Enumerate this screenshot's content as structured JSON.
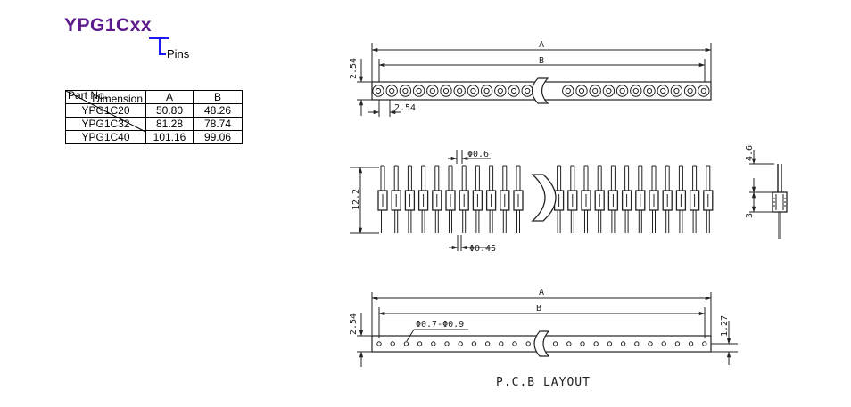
{
  "header": {
    "part_code": "YPG1Cxx",
    "pins_label": "Pins"
  },
  "table": {
    "header_top": "Dimension",
    "header_bottom": "Part No.",
    "col_a": "A",
    "col_b": "B",
    "rows": [
      {
        "part": "YPG1C20",
        "a": "50.80",
        "b": "48.26"
      },
      {
        "part": "YPG1C32",
        "a": "81.28",
        "b": "78.74"
      },
      {
        "part": "YPG1C40",
        "a": "101.16",
        "b": "99.06"
      }
    ]
  },
  "top_view": {
    "dim_a": "A",
    "dim_b": "B",
    "height": "2.54",
    "pitch": "2.54"
  },
  "side_view": {
    "pin_dia": "Φ0.6",
    "tail_dia": "Φ0.45",
    "overall_height": "12.2",
    "upper_len": "4.6",
    "lower_len": "3"
  },
  "pcb_layout": {
    "dim_a": "A",
    "dim_b": "B",
    "height": "2.54",
    "hole_dia": "Φ0.7-Φ0.9",
    "offset": "1.27",
    "title": "P.C.B LAYOUT"
  },
  "colors": {
    "part_code": "#5b1a8c",
    "bracket": "#1a1aff",
    "lines": "#222222"
  }
}
